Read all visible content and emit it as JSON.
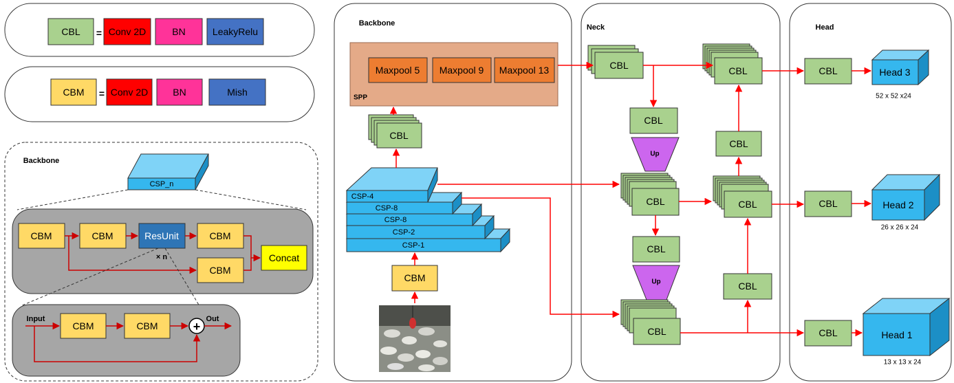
{
  "legend": {
    "cbl": {
      "name": "CBL",
      "parts": [
        "Conv 2D",
        "BN",
        "LeakyRelu"
      ]
    },
    "cbm": {
      "name": "CBM",
      "parts": [
        "Conv 2D",
        "BN",
        "Mish"
      ]
    },
    "equals": "="
  },
  "csp_block": {
    "title": "Backbone",
    "csp_label": "CSP_n",
    "cbm": "CBM",
    "resunit": "ResUnit",
    "times_n": "× n",
    "concat": "Concat"
  },
  "resunit_block": {
    "input": "Input",
    "output": "Out",
    "cbm": "CBM",
    "plus": "+"
  },
  "backbone": {
    "title": "Backbone",
    "spp_label": "SPP",
    "maxpools": [
      "Maxpool 5",
      "Maxpool 9",
      "Maxpool 13"
    ],
    "cbl": "CBL",
    "csp_layers": [
      "CSP-4",
      "CSP-8",
      "CSP-8",
      "CSP-2",
      "CSP-1"
    ],
    "cbm": "CBM"
  },
  "neck": {
    "title": "Neck",
    "cbl": "CBL",
    "up": "Up"
  },
  "head": {
    "title": "Head",
    "cbl": "CBL",
    "heads": [
      {
        "name": "Head 3",
        "dims": "52 x 52 x24"
      },
      {
        "name": "Head 2",
        "dims": "26 x 26 x 24"
      },
      {
        "name": "Head 1",
        "dims": "13 x 13 x 24"
      }
    ]
  },
  "colors": {
    "cbl": "#a9d18e",
    "cbm": "#ffd966",
    "conv": "#ff0000",
    "bn": "#ff3399",
    "act": "#4472c4",
    "resunit": "#2e75b6",
    "concat": "#ffff00",
    "csp": "#33b5f0",
    "spp": "#e4aa88",
    "maxpool": "#ed7d31",
    "up": "#cc66ee",
    "head": "#35b7ee",
    "arrow": "#ff0000",
    "gray_panel": "#a6a6a6"
  }
}
